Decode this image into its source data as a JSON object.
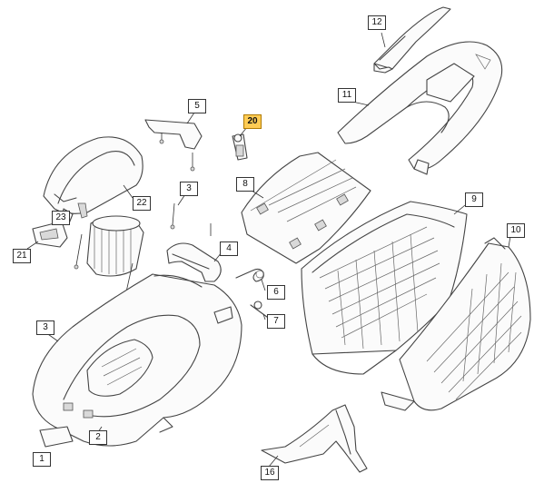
{
  "callouts": {
    "p1": "1",
    "p2": "2",
    "p3a": "3",
    "p3b": "3",
    "p4": "4",
    "p5": "5",
    "p6": "6",
    "p7": "7",
    "p8": "8",
    "p9": "9",
    "p10": "10",
    "p11": "11",
    "p12": "12",
    "p16": "16",
    "p20": "20",
    "p21": "21",
    "p22": "22",
    "p23": "23"
  },
  "highlight_color": "#ffcc55"
}
